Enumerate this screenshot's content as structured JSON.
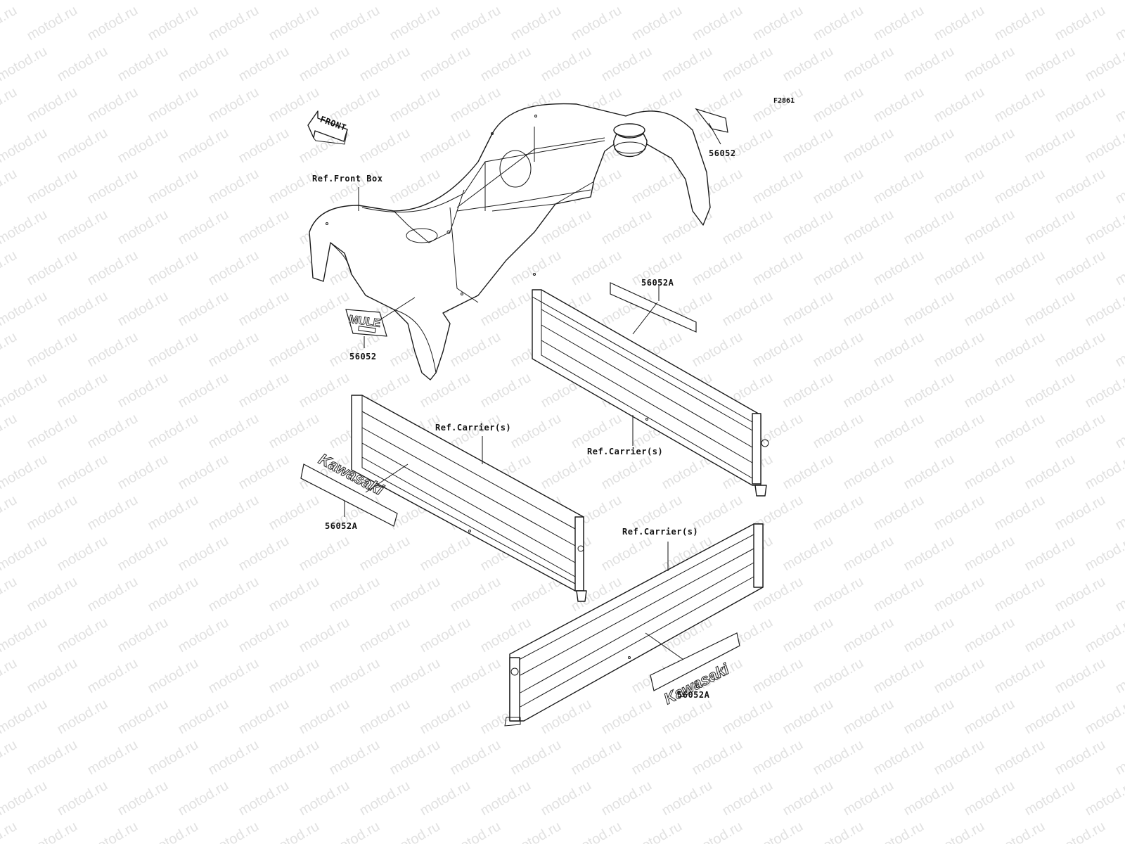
{
  "figure_code": "F2861",
  "front_arrow": {
    "label": "FRONT"
  },
  "watermark": {
    "text": "motod.ru"
  },
  "callouts": [
    {
      "id": "ref-front-box",
      "label": "Ref.Front Box"
    },
    {
      "id": "part-56052-top",
      "label": "56052"
    },
    {
      "id": "part-56052-mule",
      "label": "56052"
    },
    {
      "id": "part-56052a-right",
      "label": "56052A"
    },
    {
      "id": "ref-carrier-left",
      "label": "Ref.Carrier(s)"
    },
    {
      "id": "ref-carrier-right",
      "label": "Ref.Carrier(s)"
    },
    {
      "id": "part-56052a-left",
      "label": "56052A"
    },
    {
      "id": "ref-carrier-bottom",
      "label": "Ref.Carrier(s)"
    },
    {
      "id": "part-56052a-bottom",
      "label": "56052A"
    }
  ],
  "decals": {
    "mule_logo": "MULE",
    "kawasaki_left": "Kawasaki",
    "kawasaki_bottom": "Kawasaki"
  }
}
